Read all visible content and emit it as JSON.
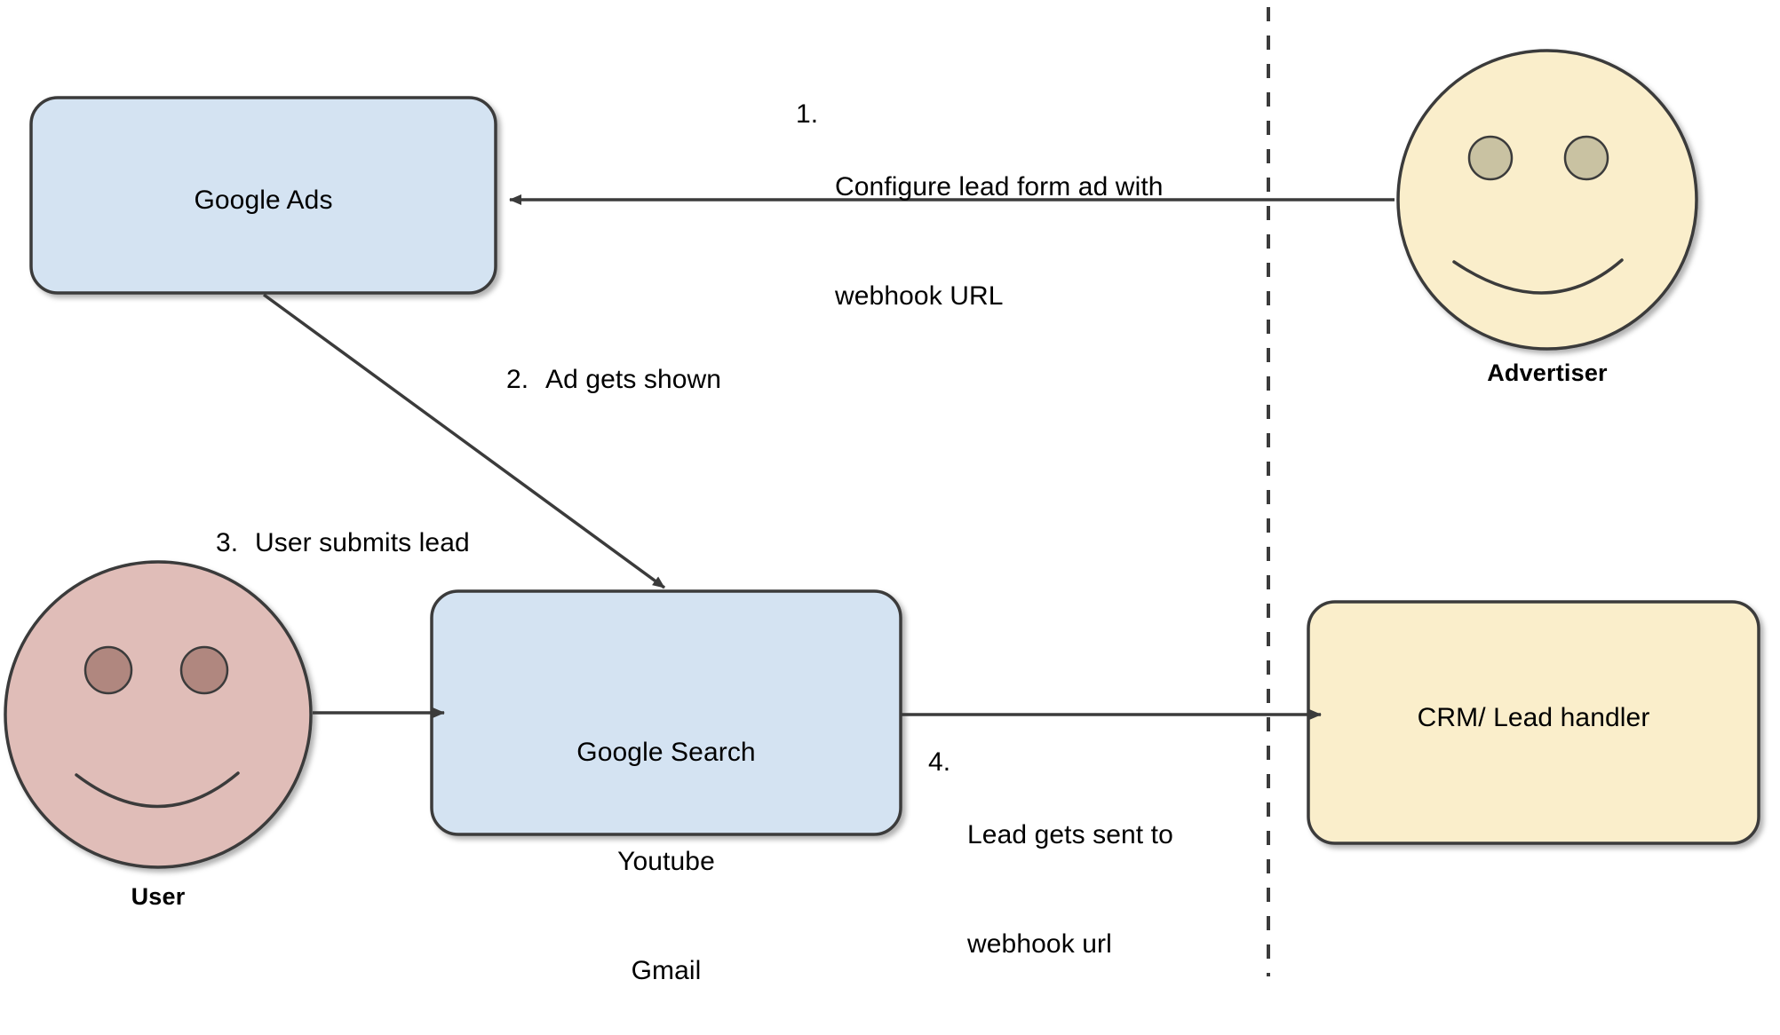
{
  "diagram": {
    "title": "Google Ads lead form webhook flow",
    "background": "#ffffff",
    "palette": {
      "box_blue_fill": "#d4e3f2",
      "box_cream_fill": "#faeecb",
      "face_cream_fill": "#faeecb",
      "face_rose_fill": "#e0bdb8",
      "eye_cream_fill": "#c9c2a2",
      "eye_rose_fill": "#b0877f",
      "stroke": "#3b3b3b",
      "text": "#000000"
    }
  },
  "nodes": {
    "google_ads": {
      "label": "Google Ads",
      "shape": "rounded-rect",
      "fill": "#d4e3f2"
    },
    "google_surfaces": {
      "label_line1": "Google Search",
      "label_line2": "Youtube",
      "label_line3": "Gmail",
      "shape": "rounded-rect",
      "fill": "#d4e3f2"
    },
    "crm": {
      "label": "CRM/ Lead handler",
      "shape": "rounded-rect",
      "fill": "#faeecb"
    },
    "advertiser": {
      "caption": "Advertiser",
      "shape": "smiley-circle",
      "fill": "#faeecb"
    },
    "user": {
      "caption": "User",
      "shape": "smiley-circle",
      "fill": "#e0bdb8"
    }
  },
  "edge_labels": {
    "step1": {
      "index": "1.",
      "line1": "Configure lead form ad with",
      "line2": "webhook URL"
    },
    "step2": {
      "index": "2.",
      "line1": "Ad gets shown"
    },
    "step3": {
      "index": "3.",
      "line1": "User submits lead"
    },
    "step4": {
      "index": "4.",
      "line1": "Lead gets sent to",
      "line2": "webhook url"
    }
  },
  "divider": {
    "name": "vertical-dashed-boundary",
    "style": "dashed"
  }
}
